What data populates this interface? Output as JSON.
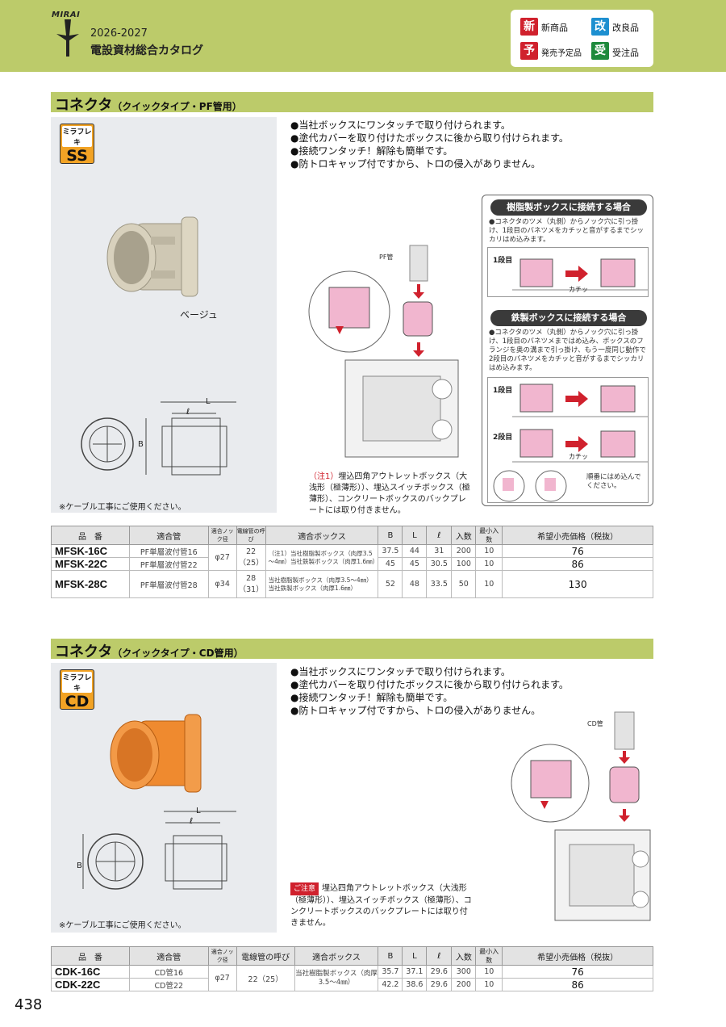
{
  "header": {
    "brand": "MIRAI",
    "years": "2026-2027",
    "title": "電設資材総合カタログ",
    "legend": [
      {
        "mark": "新",
        "label": "新商品",
        "color": "#d0212d"
      },
      {
        "mark": "改",
        "label": "改良品",
        "color": "#1d8fd0"
      },
      {
        "mark": "予",
        "label": "発売予定品",
        "color": "#d0212d"
      },
      {
        "mark": "受",
        "label": "受注品",
        "color": "#1e8a3c"
      }
    ]
  },
  "section1": {
    "title": "コネクタ",
    "subtitle": "（クイックタイプ・PF管用）",
    "tag_small": "ミラフレキ",
    "tag_big": "SS",
    "color_label": "ベージュ",
    "dim_L": "L",
    "dim_l": "ℓ",
    "dim_B": "B",
    "note": "※ケーブル工事にご使用ください。",
    "bullets": [
      "●当社ボックスにワンタッチで取り付けられます。",
      "●塗代カバーを取り付けたボックスに後から取り付けられます。",
      "●接続ワンタッチ！解除も簡単です。",
      "●防トロキャップ付ですから、トロの侵入がありません。"
    ],
    "pipe_label": "PF管",
    "footnote_mark": "（注1）",
    "footnote": "埋込四角アウトレットボックス（大浅形（極薄形））、埋込スイッチボックス（極薄形）、コンクリートボックスのバックプレートには取り付きません。",
    "callout": {
      "resin_title": "樹脂製ボックスに接続する場合",
      "resin_text": "●コネクタのツメ（丸側）からノック穴に引っ掛け、1段目のバネツメをカチッと音がするまでシッカリはめ込みます。",
      "step1": "1段目",
      "click": "カチッ",
      "steel_title": "鉄製ボックスに接続する場合",
      "steel_text": "●コネクタのツメ（丸側）からノック穴に引っ掛け、1段目のバネツメまではめ込み、ボックスのフランジを奥の溝まで引っ掛け、もう一度同じ動作で2段目のバネツメをカチッと音がするまでシッカリはめ込みます。",
      "step1b": "1段目",
      "step2": "2段目",
      "click2": "カチッ",
      "order_note": "順番にはめ込んでください。"
    }
  },
  "table1": {
    "headers": [
      "品　番",
      "適合管",
      "適合ノック径",
      "電線管の呼び",
      "適合ボックス",
      "B",
      "L",
      "ℓ",
      "入数",
      "最小入数",
      "希望小売価格（税抜）"
    ],
    "rows": [
      {
        "code": "MFSK-16C",
        "pipe": "PF単層波付管16",
        "knock": "φ27",
        "conduit": "22（25）",
        "box": "（注1）当社樹脂製ボックス（肉厚3.5～4㎜）当社鉄製ボックス（肉厚1.6㎜）",
        "B": "37.5",
        "L": "44",
        "l": "31",
        "qty": "200",
        "min": "10",
        "price": "76"
      },
      {
        "code": "MFSK-22C",
        "pipe": "PF単層波付管22",
        "B": "45",
        "L": "45",
        "l": "30.5",
        "qty": "100",
        "min": "10",
        "price": "86"
      },
      {
        "code": "MFSK-28C",
        "pipe": "PF単層波付管28",
        "knock": "φ34",
        "conduit": "28（31）",
        "box": "当社樹脂製ボックス（肉厚3.5～4㎜）当社鉄製ボックス（肉厚1.6㎜）",
        "B": "52",
        "L": "48",
        "l": "33.5",
        "qty": "50",
        "min": "10",
        "price": "130"
      }
    ]
  },
  "section2": {
    "title": "コネクタ",
    "subtitle": "（クイックタイプ・CD管用）",
    "tag_small": "ミラフレキ",
    "tag_big": "CD",
    "dim_L": "L",
    "dim_l": "ℓ",
    "dim_B": "B",
    "note": "※ケーブル工事にご使用ください。",
    "bullets": [
      "●当社ボックスにワンタッチで取り付けられます。",
      "●塗代カバーを取り付けたボックスに後から取り付けられます。",
      "●接続ワンタッチ！解除も簡単です。",
      "●防トロキャップ付ですから、トロの侵入がありません。"
    ],
    "pipe_label": "CD管",
    "caution_label": "ご注意",
    "caution": "埋込四角アウトレットボックス（大浅形（極薄形））、埋込スイッチボックス（極薄形）、コンクリートボックスのバックプレートには取り付きません。"
  },
  "table2": {
    "headers": [
      "品　番",
      "適合管",
      "適合ノック径",
      "電線管の呼び",
      "適合ボックス",
      "B",
      "L",
      "ℓ",
      "入数",
      "最小入数",
      "希望小売価格（税抜）"
    ],
    "rows": [
      {
        "code": "CDK-16C",
        "pipe": "CD管16",
        "knock": "φ27",
        "conduit": "22（25）",
        "box": "当社樹脂製ボックス（肉厚3.5～4㎜）",
        "B": "35.7",
        "L": "37.1",
        "l": "29.6",
        "qty": "300",
        "min": "10",
        "price": "76"
      },
      {
        "code": "CDK-22C",
        "pipe": "CD管22",
        "B": "42.2",
        "L": "38.6",
        "l": "29.6",
        "qty": "200",
        "min": "10",
        "price": "86"
      }
    ]
  },
  "page_number": "438"
}
